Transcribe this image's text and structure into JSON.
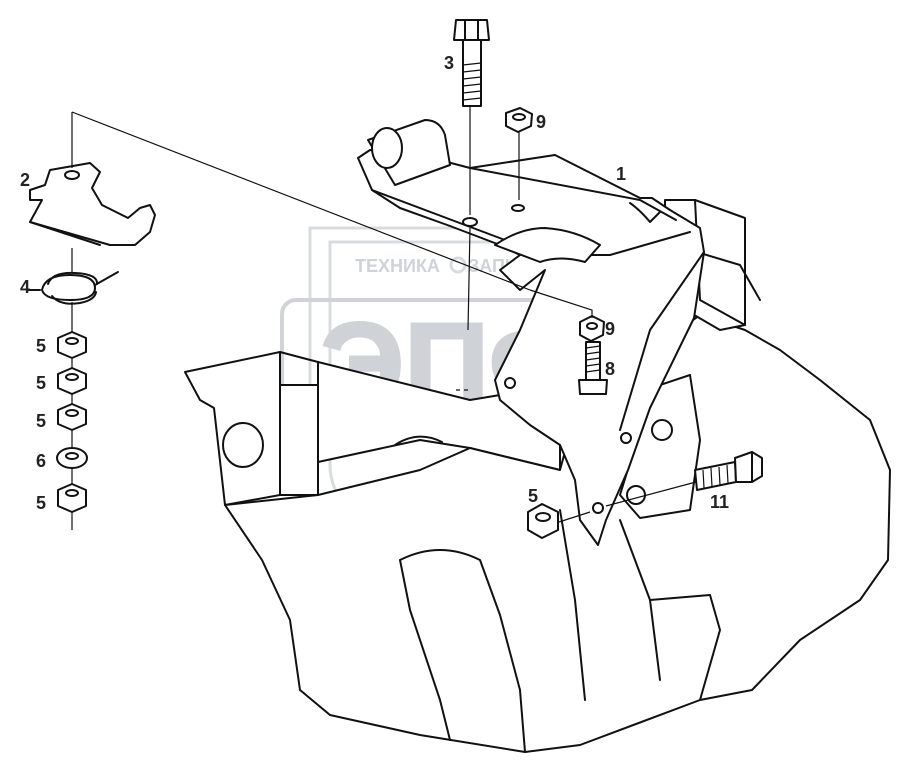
{
  "watermark": {
    "brand_top": "ТЕХНИКА",
    "brand_top_right": "ЗАПЧАСТИ",
    "logo": "ЭПФ"
  },
  "callouts": [
    {
      "id": "c1",
      "text": "1"
    },
    {
      "id": "c2",
      "text": "2"
    },
    {
      "id": "c3",
      "text": "3"
    },
    {
      "id": "c4",
      "text": "4"
    },
    {
      "id": "c5a",
      "text": "5"
    },
    {
      "id": "c5b",
      "text": "5"
    },
    {
      "id": "c5c",
      "text": "5"
    },
    {
      "id": "c6",
      "text": "6"
    },
    {
      "id": "c5d",
      "text": "5"
    },
    {
      "id": "c9a",
      "text": "9"
    },
    {
      "id": "c9b",
      "text": "9"
    },
    {
      "id": "c8",
      "text": "8"
    },
    {
      "id": "c5e",
      "text": "5"
    },
    {
      "id": "c11",
      "text": "11"
    }
  ],
  "colors": {
    "line": "#111111",
    "watermark": "#d0d4d8"
  }
}
